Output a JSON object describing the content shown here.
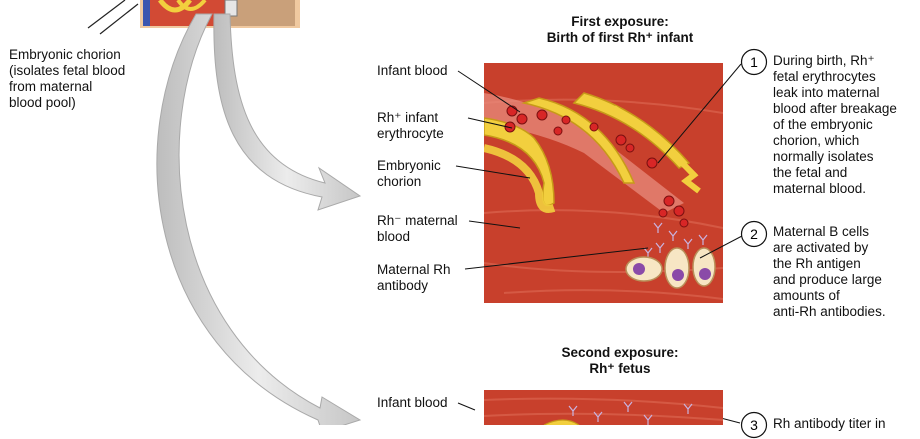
{
  "top_left_label": {
    "lines": [
      "Embryonic chorion",
      "(isolates fetal blood",
      "from maternal",
      "blood pool)"
    ]
  },
  "first_exposure": {
    "title_line1": "First exposure:",
    "title_line2": "Birth of first Rh⁺ infant",
    "labels": {
      "infant_blood": "Infant blood",
      "rh_pos_line1": "Rh⁺ infant",
      "rh_pos_line2": "erythrocyte",
      "chorion_line1": "Embryonic",
      "chorion_line2": "chorion",
      "rh_neg_line1": "Rh⁻ maternal",
      "rh_neg_line2": "blood",
      "antibody_line1": "Maternal Rh",
      "antibody_line2": "antibody"
    },
    "step1": {
      "number": "1",
      "lines": [
        "During birth, Rh⁺",
        "fetal erythrocytes",
        "leak into maternal",
        "blood after breakage",
        "of the embryonic",
        "chorion, which",
        "normally isolates",
        "the fetal and",
        "maternal blood."
      ]
    },
    "step2": {
      "number": "2",
      "lines": [
        "Maternal B cells",
        "are activated by",
        "the Rh antigen",
        "and produce large",
        "amounts of",
        "anti-Rh antibodies."
      ]
    }
  },
  "second_exposure": {
    "title_line1": "Second exposure:",
    "title_line2": "Rh⁺ fetus",
    "labels": {
      "infant_blood": "Infant blood"
    },
    "step3": {
      "number": "3",
      "partial_text": "Rh antibody titer in"
    }
  },
  "colors": {
    "tissue": "#c8402c",
    "chorion_yellow": "#f2cf3e",
    "erythrocyte": "#d82626",
    "b_cell_nucleus": "#8a4aa8",
    "arrow_gray": "#d4d4d4"
  }
}
